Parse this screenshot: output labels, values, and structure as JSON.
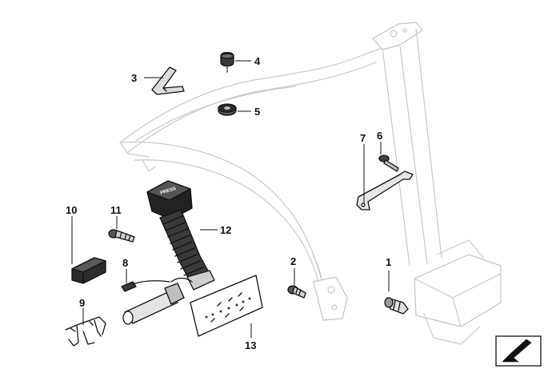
{
  "diagram": {
    "callouts": [
      {
        "id": "1",
        "label": "1"
      },
      {
        "id": "2",
        "label": "2"
      },
      {
        "id": "3",
        "label": "3"
      },
      {
        "id": "4",
        "label": "4"
      },
      {
        "id": "5",
        "label": "5"
      },
      {
        "id": "6",
        "label": "6"
      },
      {
        "id": "7",
        "label": "7"
      },
      {
        "id": "8",
        "label": "8"
      },
      {
        "id": "9",
        "label": "9"
      },
      {
        "id": "10",
        "label": "10"
      },
      {
        "id": "11",
        "label": "11"
      },
      {
        "id": "12",
        "label": "12"
      },
      {
        "id": "13",
        "label": "13"
      }
    ],
    "buckle_text": "PRESS"
  }
}
